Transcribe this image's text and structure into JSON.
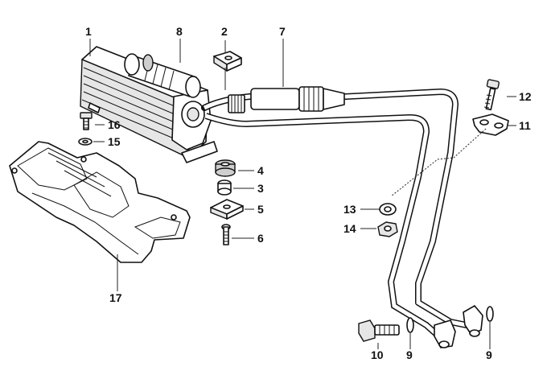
{
  "diagram": {
    "callouts": [
      {
        "id": "1",
        "label": "1"
      },
      {
        "id": "2",
        "label": "2"
      },
      {
        "id": "3",
        "label": "3"
      },
      {
        "id": "4",
        "label": "4"
      },
      {
        "id": "5",
        "label": "5"
      },
      {
        "id": "6",
        "label": "6"
      },
      {
        "id": "7",
        "label": "7"
      },
      {
        "id": "8",
        "label": "8"
      },
      {
        "id": "9a",
        "label": "9"
      },
      {
        "id": "9b",
        "label": "9"
      },
      {
        "id": "10",
        "label": "10"
      },
      {
        "id": "11",
        "label": "11"
      },
      {
        "id": "12",
        "label": "12"
      },
      {
        "id": "13",
        "label": "13"
      },
      {
        "id": "14",
        "label": "14"
      },
      {
        "id": "15",
        "label": "15"
      },
      {
        "id": "16",
        "label": "16"
      },
      {
        "id": "17",
        "label": "17"
      }
    ],
    "colors": {
      "line": "#111111",
      "background": "#ffffff",
      "shade": "#cfcfcf"
    }
  }
}
